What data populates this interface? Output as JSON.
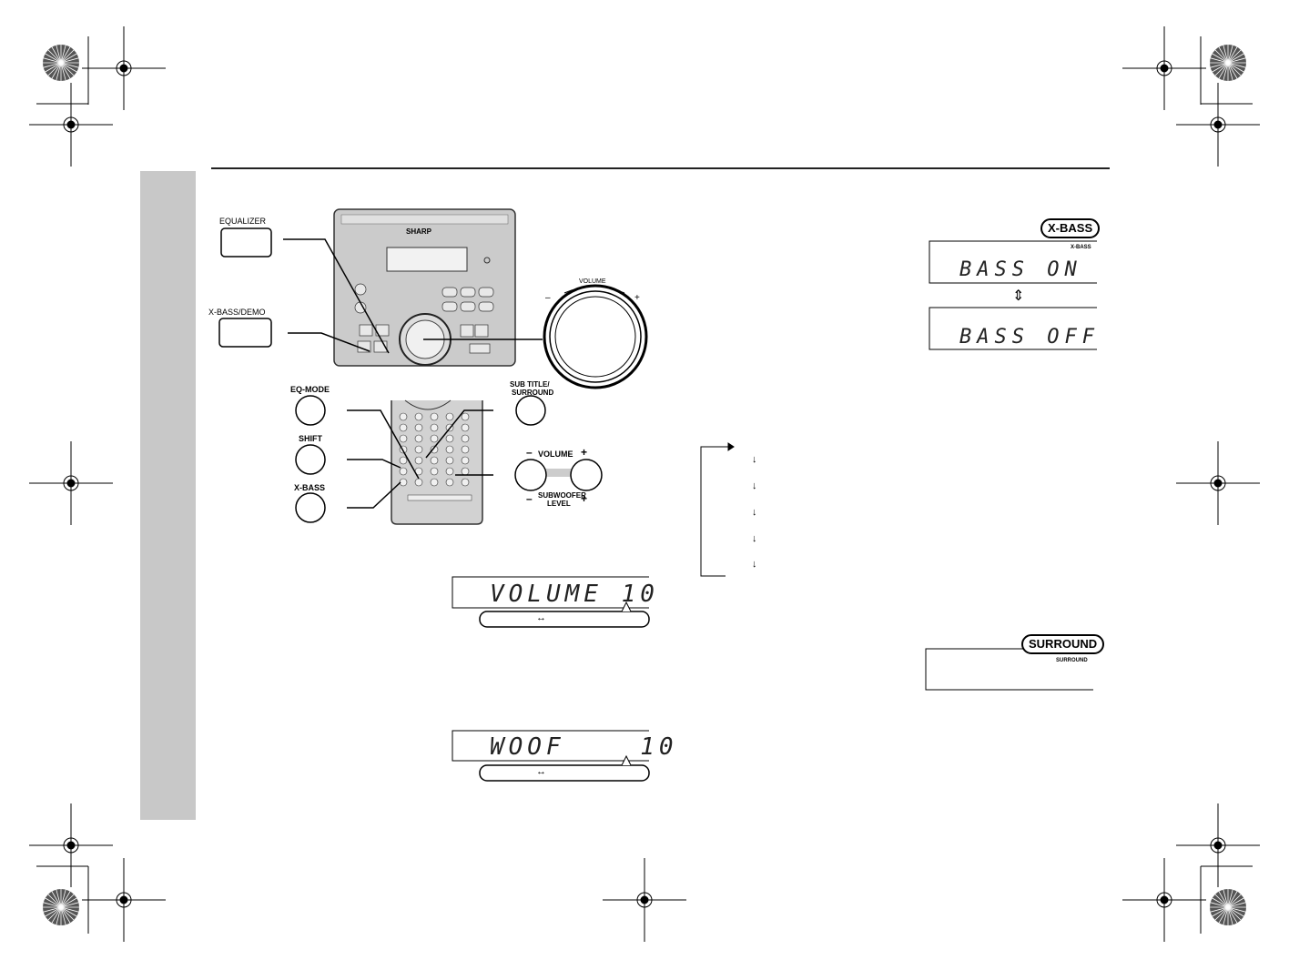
{
  "remote": {
    "equalizer_label": "EQUALIZER",
    "xbass_demo_label": "X-BASS/DEMO",
    "eq_mode_label": "EQ-MODE",
    "shift_label": "SHIFT",
    "xbass_label": "X-BASS",
    "subtitle_surround_label_1": "SUB TITLE/",
    "subtitle_surround_label_2": "SURROUND",
    "volume_label": "VOLUME",
    "subwoofer_label_1": "SUBWOOFER",
    "subwoofer_label_2": "LEVEL",
    "minus": "–",
    "plus": "+"
  },
  "unit": {
    "brand": "SHARP",
    "knob_volume_label": "VOLUME",
    "knob_minus": "–",
    "knob_plus": "+"
  },
  "displays": {
    "xbass_indicator": "X-BASS",
    "xbass_small": "X-BASS",
    "bass_on": "BASS ON",
    "bass_off": "BASS OFF",
    "toggle_symbol": "⇕",
    "volume_display": "VOLUME 10",
    "volume_range": "↔",
    "woof_display": "WOOF    10",
    "woof_range": "↔",
    "surround_indicator": "SURROUND",
    "surround_small": "SURROUND"
  },
  "sequence": {
    "arrows": [
      "↓",
      "↓",
      "↓",
      "↓",
      "↓"
    ]
  },
  "colors": {
    "side_tab": "#c8c8c8",
    "unit_body": "#c9c9c9"
  }
}
